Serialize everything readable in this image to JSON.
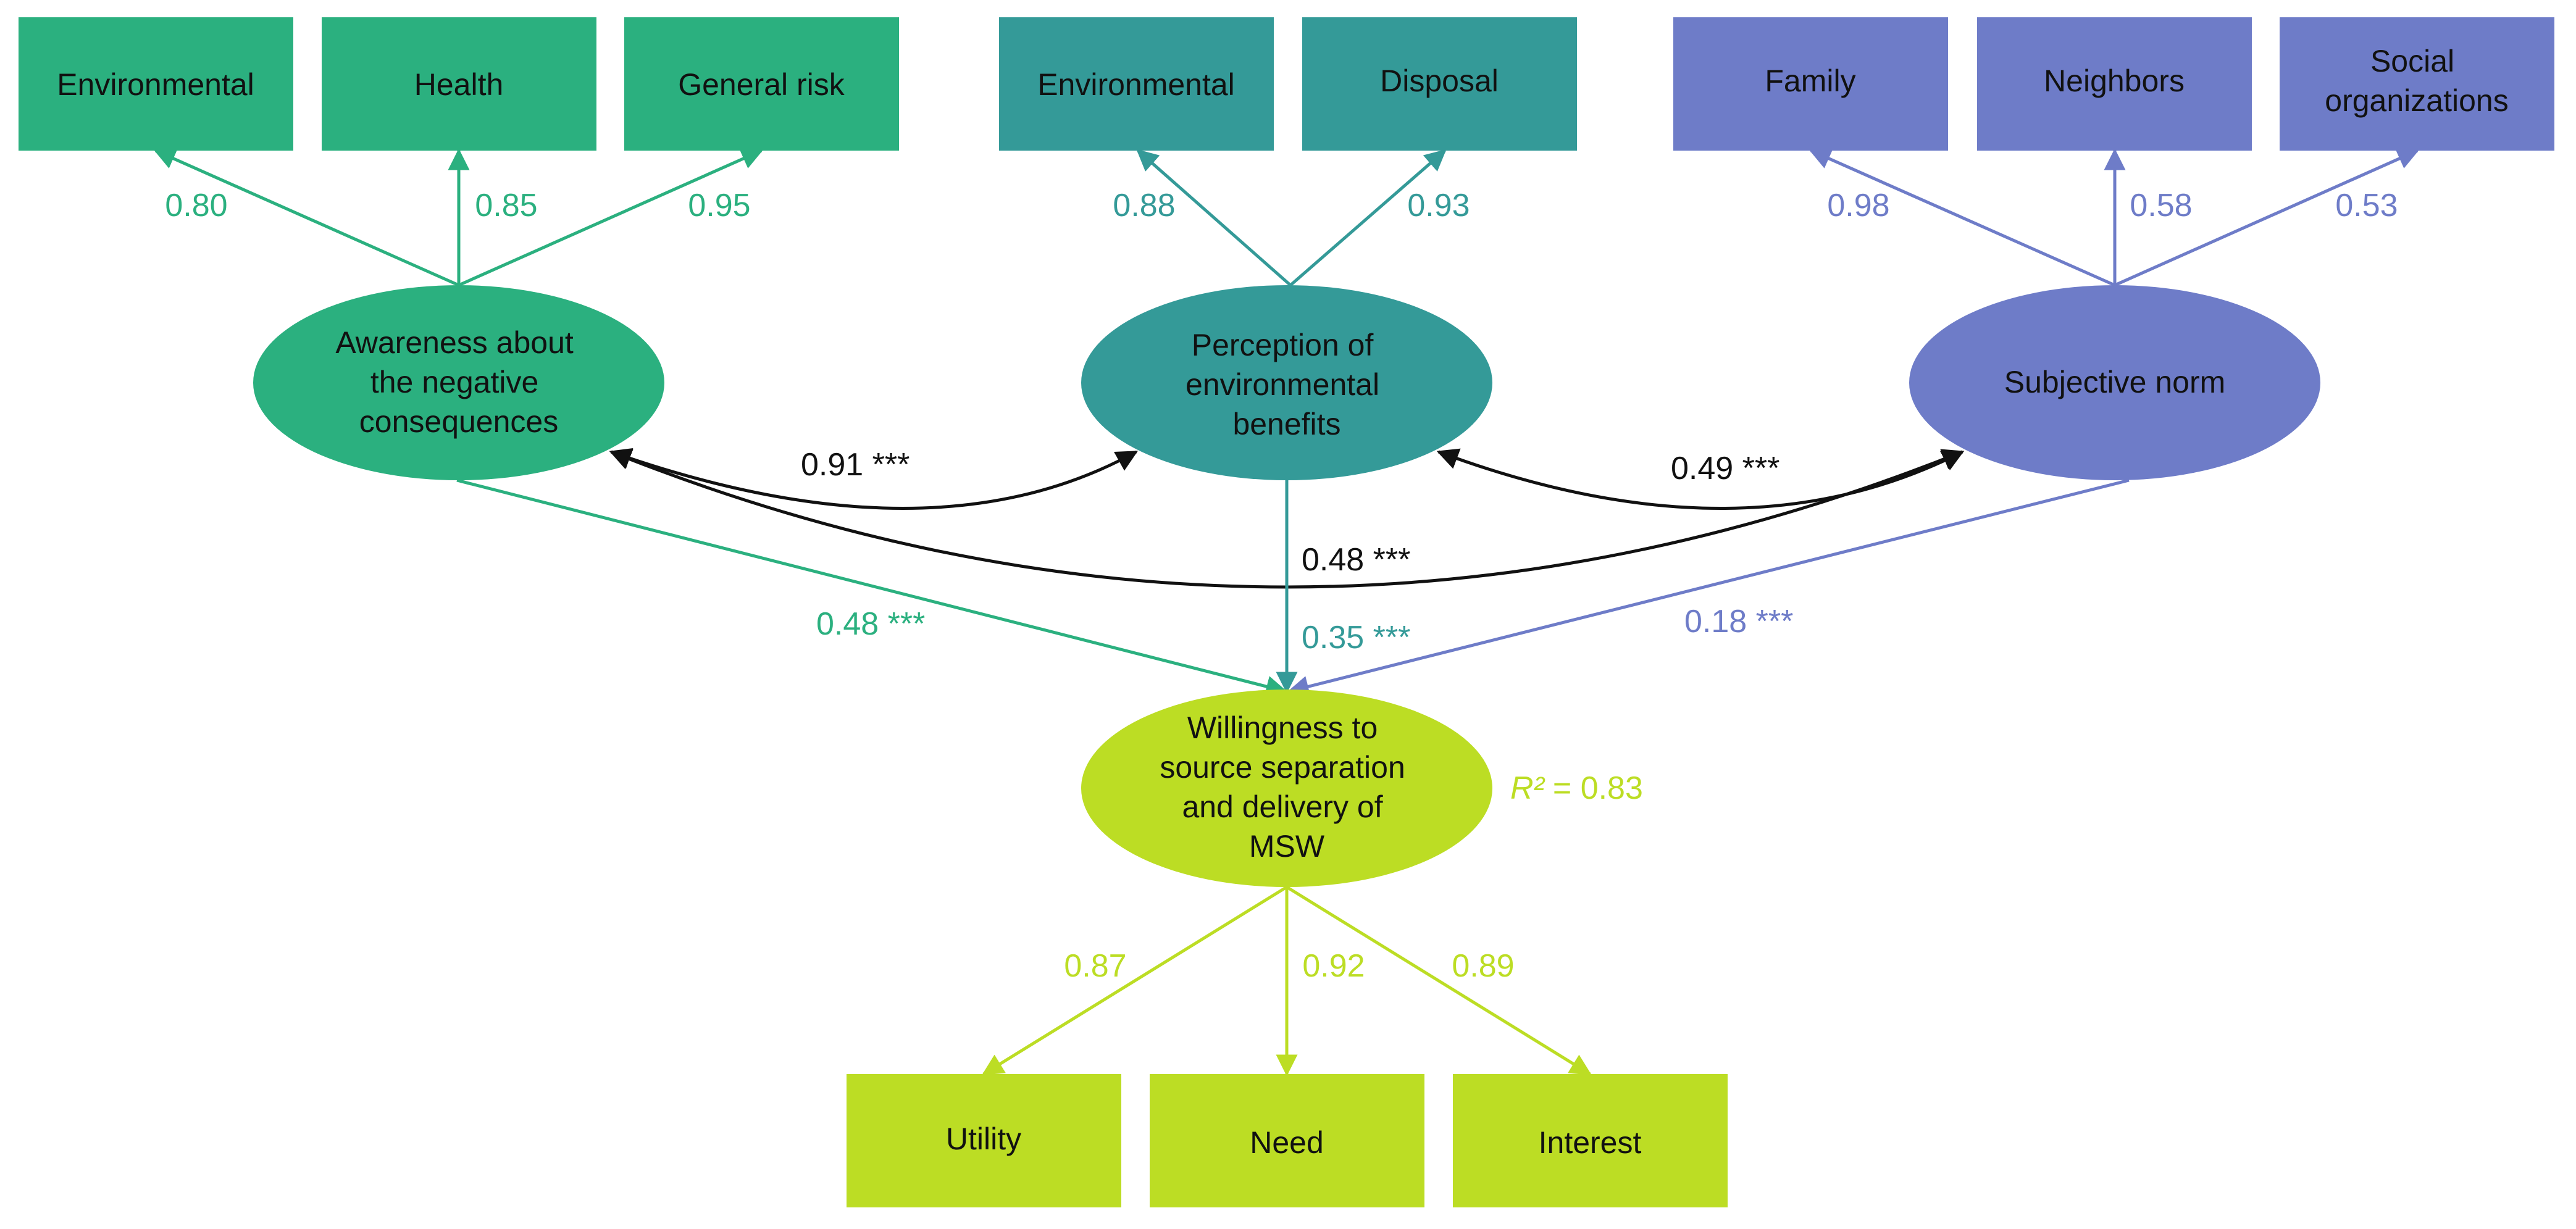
{
  "colors": {
    "green": "#2BB07F",
    "teal": "#349A98",
    "purple": "#6E7CC8",
    "lime": "#BCDD24",
    "black": "#111111"
  },
  "constructs": {
    "awareness": {
      "label": [
        "Awareness about",
        "the negative",
        "consequences"
      ]
    },
    "perception": {
      "label": [
        "Perception of",
        "environmental",
        "benefits"
      ]
    },
    "norm": {
      "label": [
        "Subjective norm"
      ]
    },
    "willingness": {
      "label": [
        "Willingness to",
        "source separation",
        "and delivery of",
        "MSW"
      ],
      "r2_prefix": "R²",
      "r2_value": "= 0.83"
    }
  },
  "indicators": {
    "awareness": [
      {
        "label": [
          "Environmental"
        ],
        "loading": "0.80"
      },
      {
        "label": [
          "Health"
        ],
        "loading": "0.85"
      },
      {
        "label": [
          "General risk"
        ],
        "loading": "0.95"
      }
    ],
    "perception": [
      {
        "label": [
          "Environmental"
        ],
        "loading": "0.88"
      },
      {
        "label": [
          "Disposal"
        ],
        "loading": "0.93"
      }
    ],
    "norm": [
      {
        "label": [
          "Family"
        ],
        "loading": "0.98"
      },
      {
        "label": [
          "Neighbors"
        ],
        "loading": "0.58"
      },
      {
        "label": [
          "Social",
          "organizations"
        ],
        "loading": "0.53"
      }
    ],
    "willingness": [
      {
        "label": [
          "Utility"
        ],
        "loading": "0.87"
      },
      {
        "label": [
          "Need"
        ],
        "loading": "0.92"
      },
      {
        "label": [
          "Interest"
        ],
        "loading": "0.89"
      }
    ]
  },
  "paths": {
    "awareness_to_willingness": "0.48 ***",
    "perception_to_willingness": "0.35 ***",
    "norm_to_willingness": "0.18 ***"
  },
  "correlations": {
    "awareness_perception": "0.91 ***",
    "perception_norm": "0.49 ***",
    "awareness_norm": "0.48 ***"
  }
}
